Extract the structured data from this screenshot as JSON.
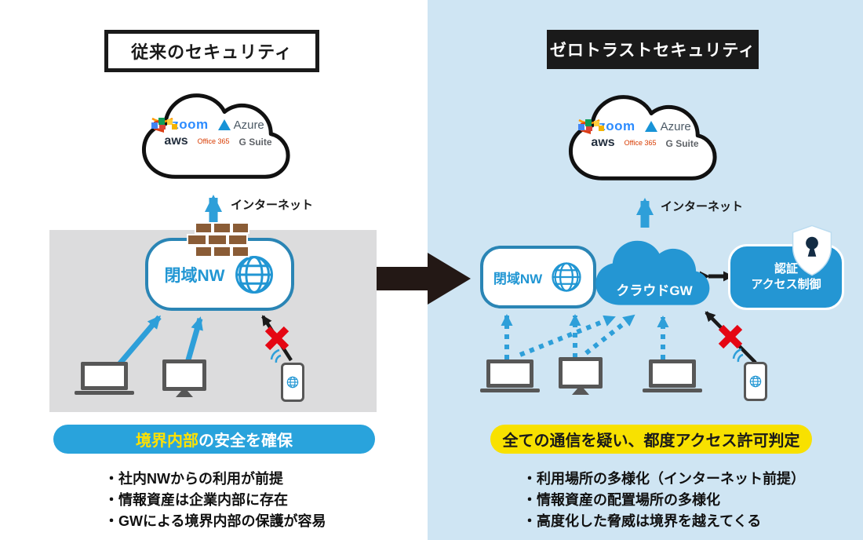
{
  "colors": {
    "primary_blue": "#2496d3",
    "arrow_blue": "#2e9fd9",
    "panel_blue_bg": "#cfe5f3",
    "zone_gray": "#dcdcdd",
    "brick_brown": "#8a5c36",
    "alert_red": "#e50613",
    "banner_blue": "#29a3dc",
    "banner_yellow": "#f8e100",
    "highlight_yellow": "#ffe100",
    "ink_black": "#1a1a1a"
  },
  "logos": {
    "zoom": "zoom",
    "azure": "Azure",
    "aws": "aws",
    "office": "Office 365",
    "gsuite": "G Suite"
  },
  "left": {
    "title": "従来のセキュリティ",
    "internet_label": "インターネット",
    "closed_nw_label": "閉域NW",
    "banner_highlight": "境界内部",
    "banner_rest": "の安全を確保",
    "bullets": [
      "・社内NWからの利用が前提",
      "・情報資産は企業内部に存在",
      "・GWによる境界内部の保護が容易"
    ]
  },
  "right": {
    "title": "ゼロトラストセキュリティ",
    "internet_label": "インターネット",
    "closed_nw_label": "閉域NW",
    "cloud_gw_label": "クラウドGW",
    "auth_line1": "認証",
    "auth_line2": "アクセス制御",
    "banner": "全ての通信を疑い、都度アクセス許可判定",
    "bullets": [
      "・利用場所の多様化（インターネット前提）",
      "・情報資産の配置場所の多様化",
      "・高度化した脅威は境界を越えてくる"
    ]
  }
}
